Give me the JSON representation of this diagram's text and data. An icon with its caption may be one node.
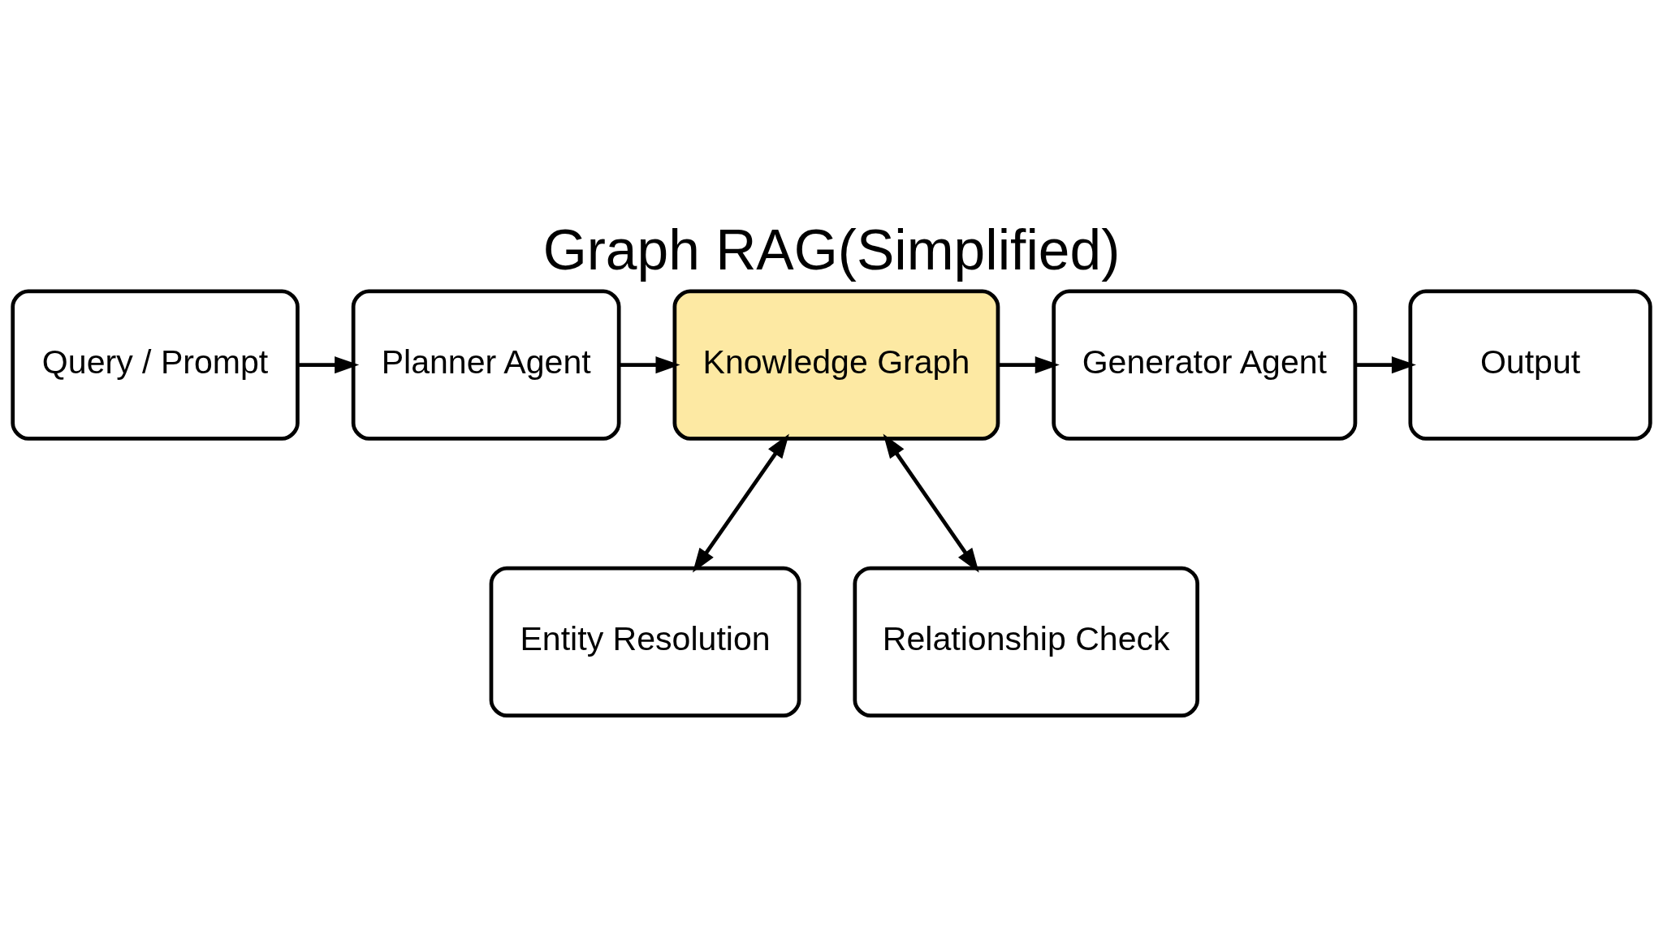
{
  "diagram": {
    "title": "Graph RAG(Simplified)",
    "nodes": [
      {
        "text": [
          "Query / Prompt"
        ]
      },
      {
        "text": [
          "Planner Agent"
        ]
      },
      {
        "text": [
          "Knowledge Graph"
        ]
      },
      {
        "text": [
          "Generator Agent"
        ]
      },
      {
        "text": [
          "Output"
        ]
      },
      {
        "text": [
          "Entity Resolution"
        ]
      },
      {
        "text": [
          "Relationship Check"
        ]
      }
    ],
    "edges": [
      {
        "from": 0,
        "to": 1,
        "arrow": "to"
      },
      {
        "from": 1,
        "to": 2,
        "arrow": "to"
      },
      {
        "from": 2,
        "to": 3,
        "arrow": "to"
      },
      {
        "from": 3,
        "to": 4,
        "arrow": "to"
      },
      {
        "from": 2,
        "to": 5,
        "arrow": "both"
      },
      {
        "from": 2,
        "to": 6,
        "arrow": "both"
      }
    ]
  }
}
